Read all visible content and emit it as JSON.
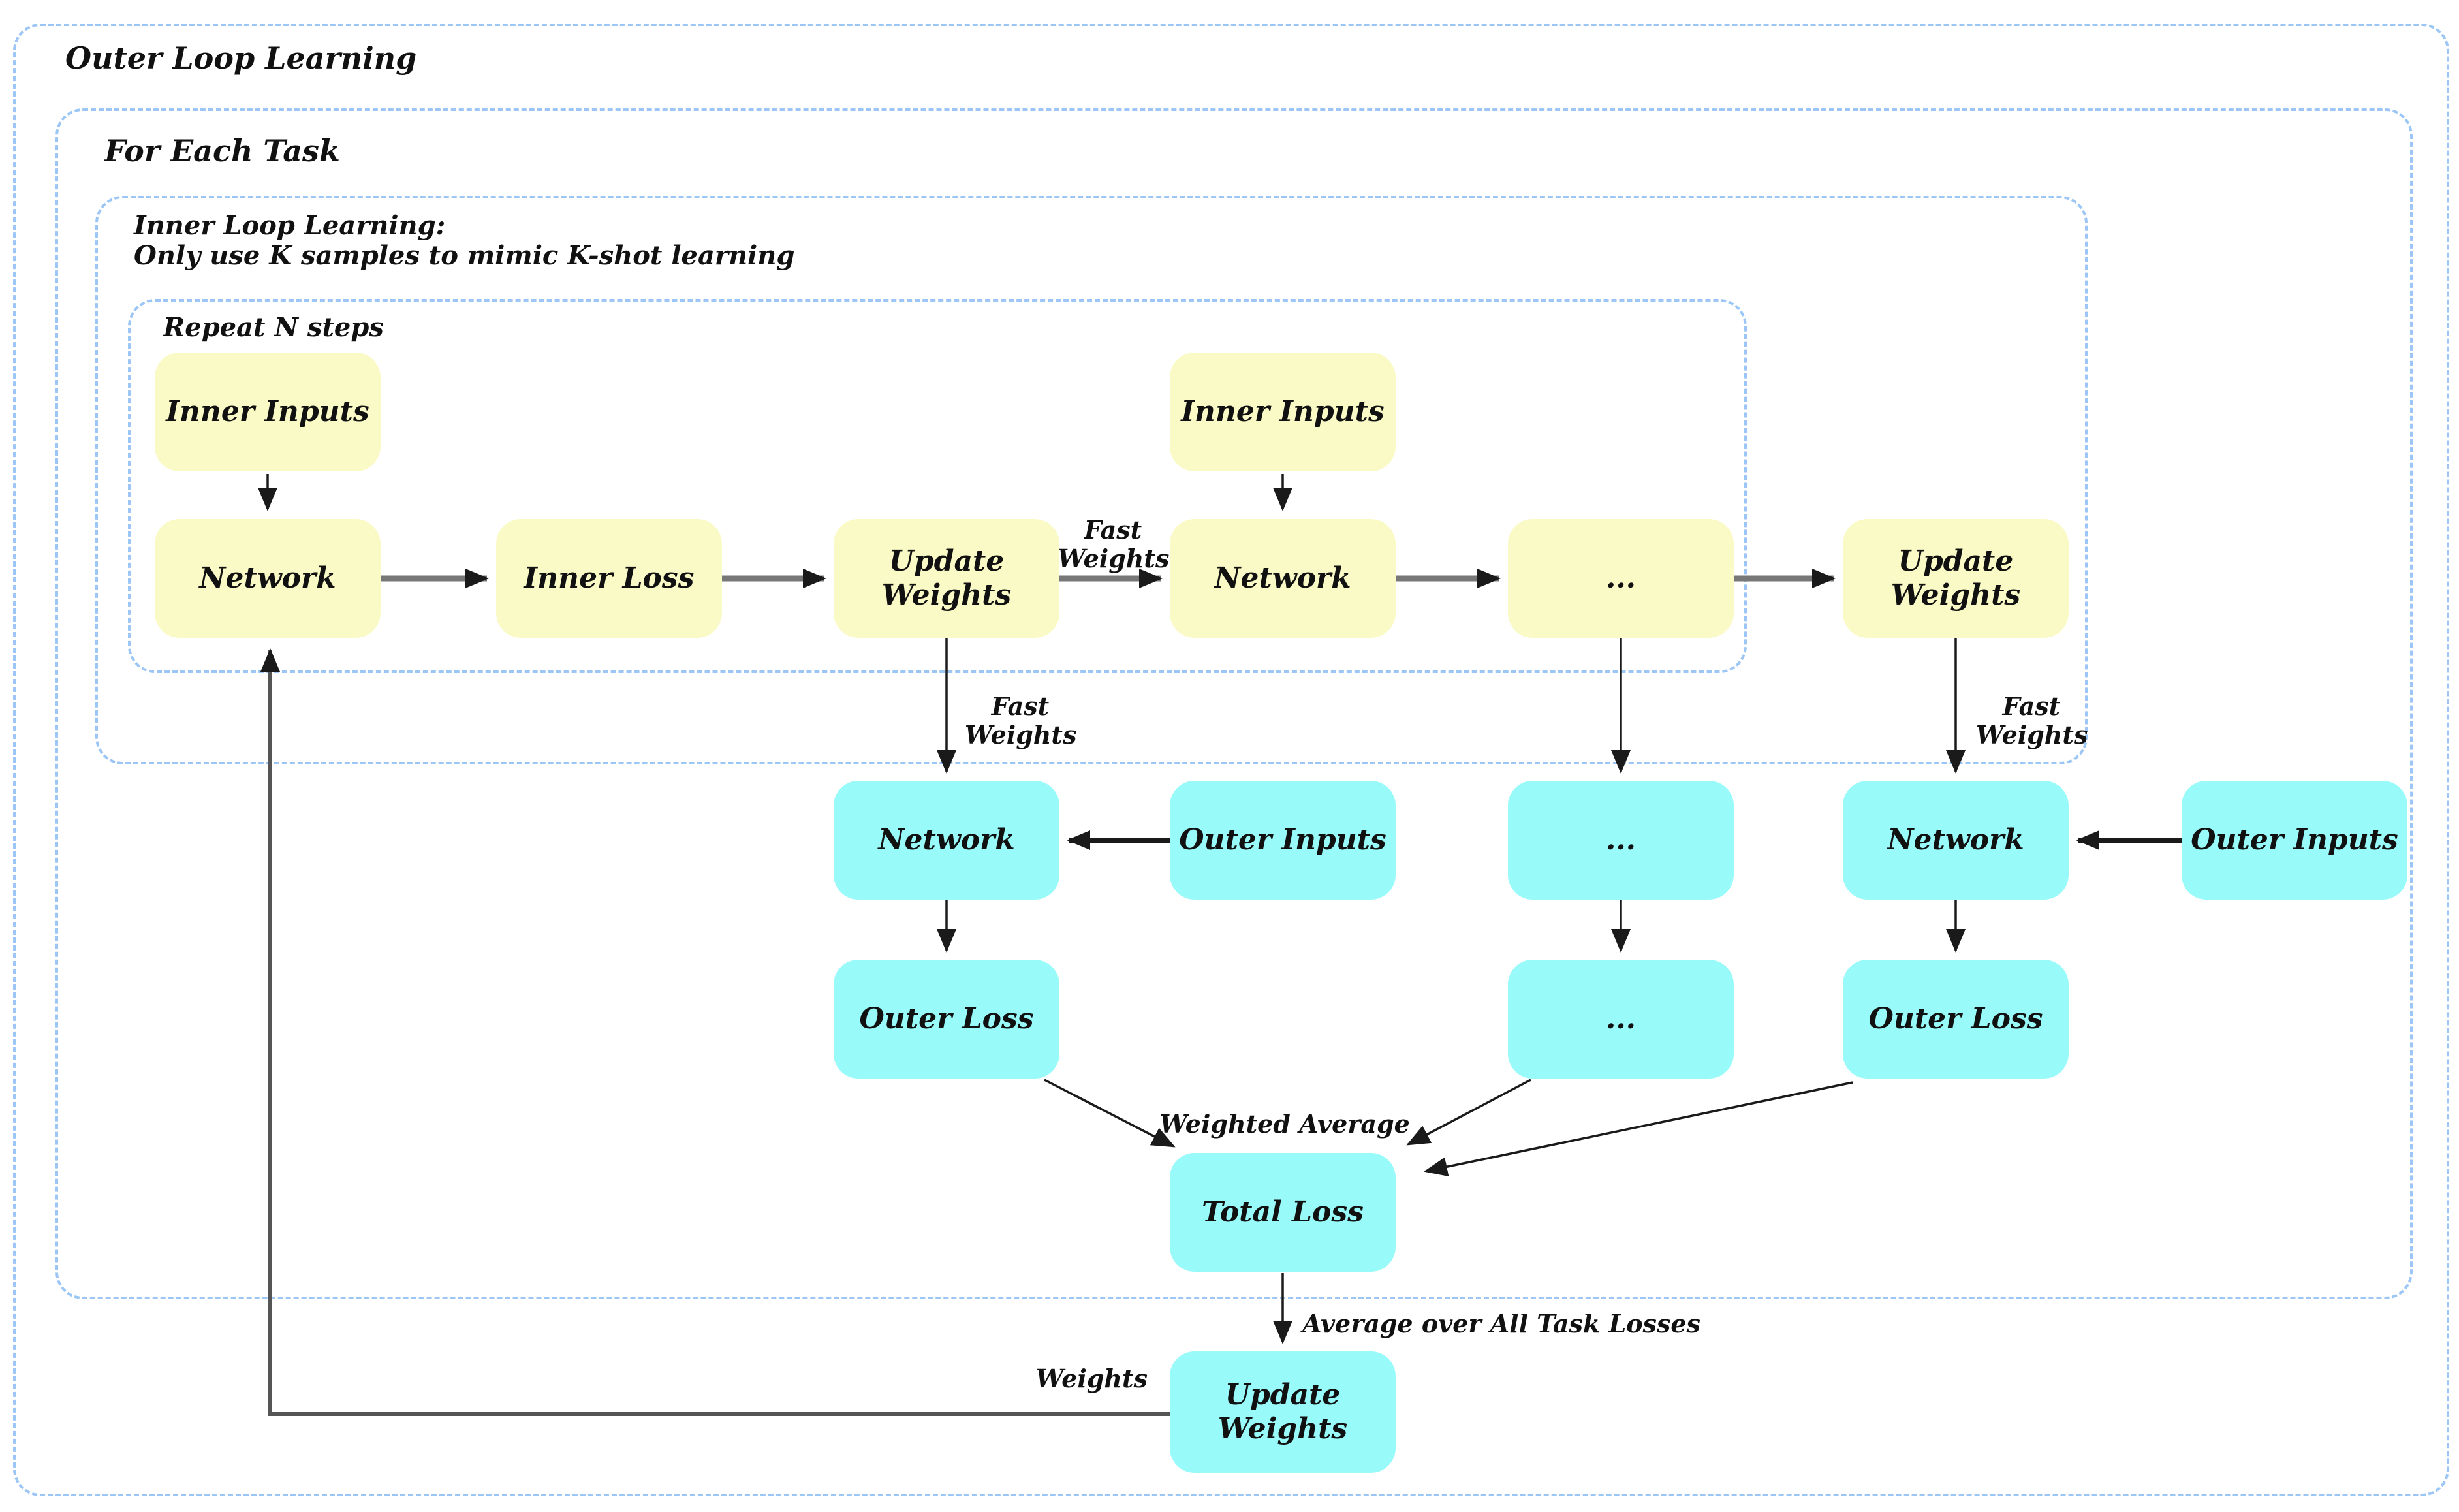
{
  "containers": {
    "outer_loop_label": "Outer Loop Learning",
    "for_each_task_label": "For Each Task",
    "inner_loop_label_line1": "Inner Loop Learning:",
    "inner_loop_label_line2": "Only use K samples to mimic K-shot learning",
    "repeat_label": "Repeat N steps"
  },
  "nodes": {
    "inner_inputs_1": "Inner Inputs",
    "inner_inputs_2": "Inner Inputs",
    "network_inner_1": "Network",
    "inner_loss": "Inner Loss",
    "update_weights_inner_1": "Update Weights",
    "network_inner_2": "Network",
    "dots_inner": "...",
    "update_weights_inner_2": "Update Weights",
    "network_outer_1": "Network",
    "outer_inputs_1": "Outer Inputs",
    "dots_outer_top": "...",
    "network_outer_2": "Network",
    "outer_inputs_2": "Outer Inputs",
    "outer_loss_1": "Outer Loss",
    "dots_outer_bottom": "...",
    "outer_loss_2": "Outer Loss",
    "total_loss": "Total Loss",
    "update_weights_outer": "Update Weights"
  },
  "edge_labels": {
    "fast_weights_step": "Fast Weights",
    "fast_weights_task_1": "Fast Weights",
    "fast_weights_task_2": "Fast Weights",
    "weighted_average": "Weighted Average",
    "average_over_tasks": "Average over All Task Losses",
    "weights": "Weights"
  },
  "colors": {
    "box_yellow": "#FAFAC6",
    "box_cyan": "#99FAFA",
    "dashed_border": "#9CC6F5",
    "arrow": "#1a1a1a",
    "arrow_thick": "#777777",
    "feedback_line": "#555555"
  }
}
